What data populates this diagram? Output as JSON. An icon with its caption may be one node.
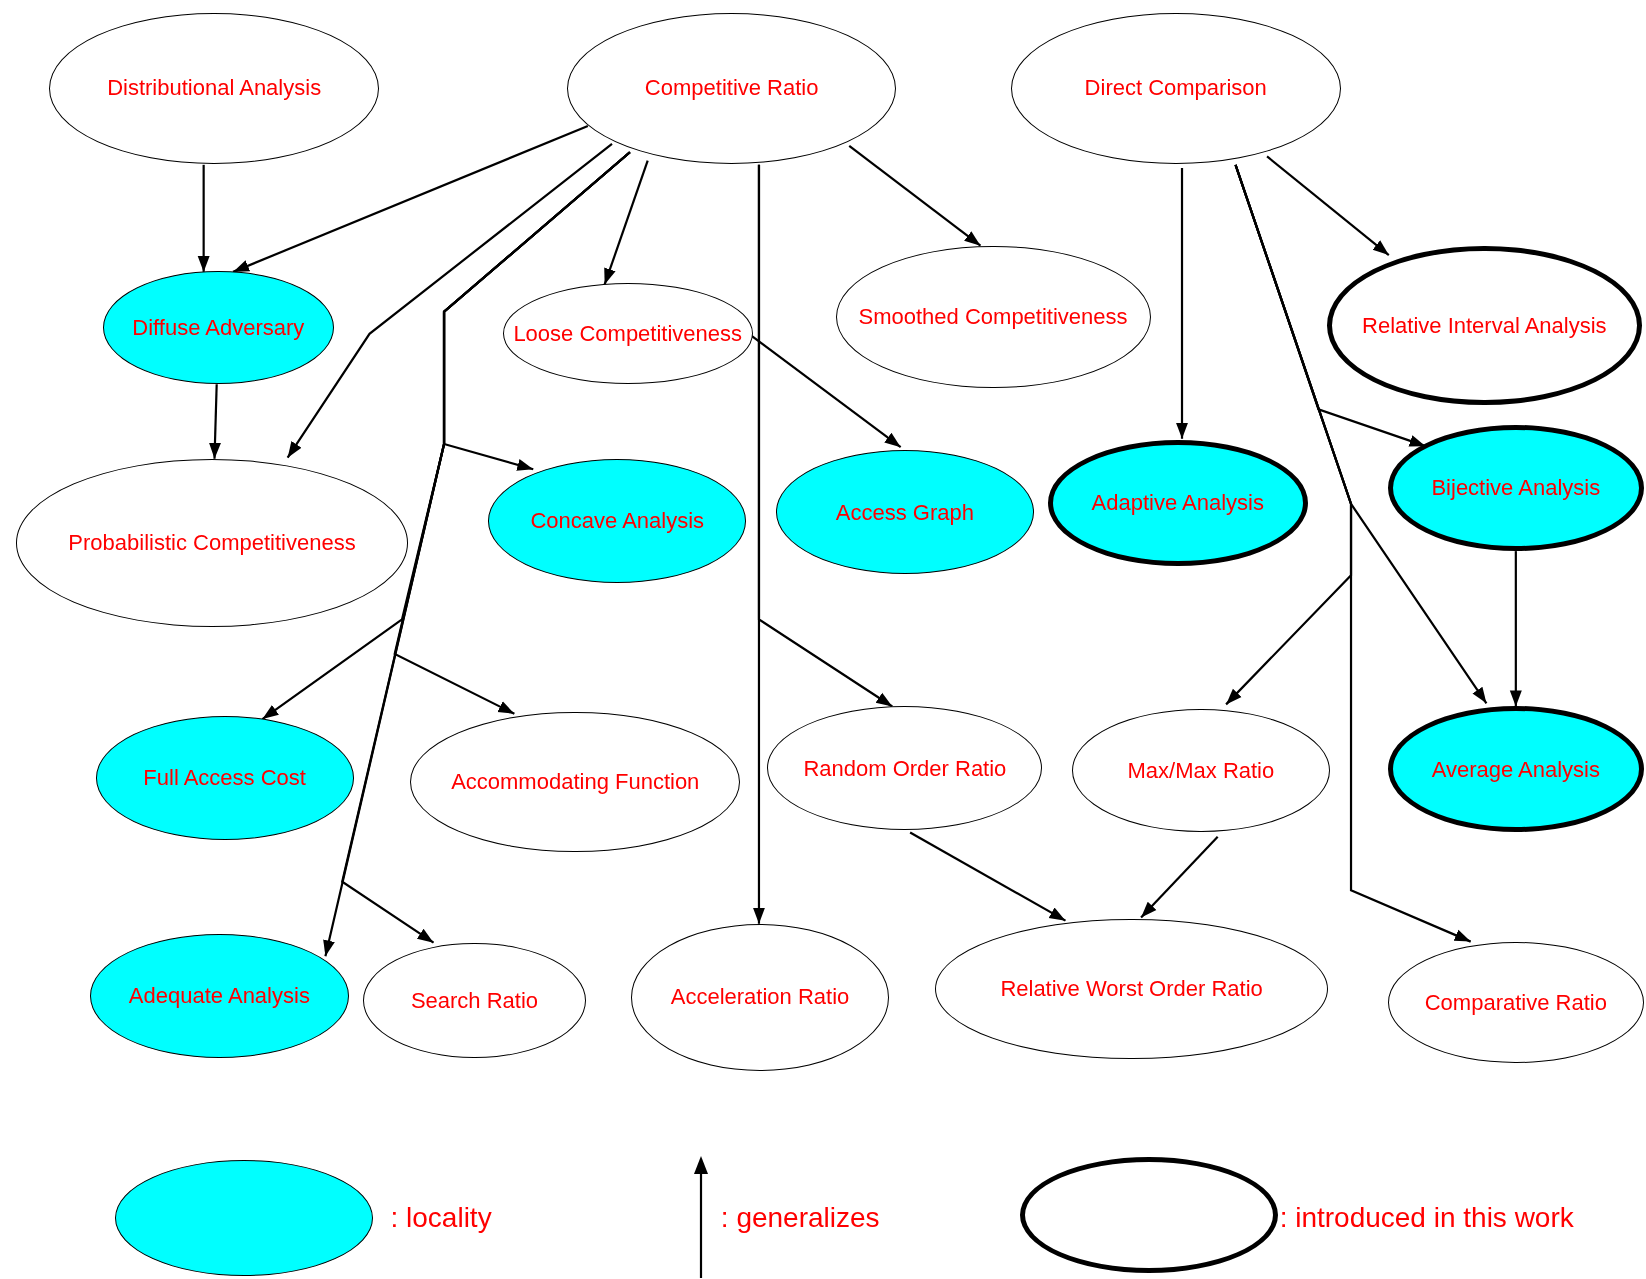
{
  "diagram": {
    "nodes": [
      {
        "text": [
          "Distributional Analysis"
        ]
      },
      {
        "text": [
          "Competitive Ratio"
        ]
      },
      {
        "text": [
          "Direct Comparison"
        ]
      },
      {
        "text": [
          "Diffuse Adversary"
        ]
      },
      {
        "text": [
          "Loose Competitiveness"
        ]
      },
      {
        "text": [
          "Smoothed Competitiveness"
        ]
      },
      {
        "text": [
          "Relative Interval Analysis"
        ]
      },
      {
        "text": [
          "Probabilistic Competitiveness"
        ]
      },
      {
        "text": [
          "Concave Analysis"
        ]
      },
      {
        "text": [
          "Access Graph"
        ]
      },
      {
        "text": [
          "Adaptive Analysis"
        ]
      },
      {
        "text": [
          "Bijective Analysis"
        ]
      },
      {
        "text": [
          "Full Access Cost"
        ]
      },
      {
        "text": [
          "Accommodating Function"
        ]
      },
      {
        "text": [
          "Random Order Ratio"
        ]
      },
      {
        "text": [
          "Max/Max Ratio"
        ]
      },
      {
        "text": [
          "Average Analysis"
        ]
      },
      {
        "text": [
          "Adequate Analysis"
        ]
      },
      {
        "text": [
          "Search Ratio"
        ]
      },
      {
        "text": [
          "Acceleration Ratio"
        ]
      },
      {
        "text": [
          "Relative Worst Order Ratio"
        ]
      },
      {
        "text": [
          "Comparative Ratio"
        ]
      }
    ],
    "edges": [
      {
        "from": 0,
        "to": 3,
        "arrow": "to"
      },
      {
        "from": 1,
        "to": 3,
        "arrow": "to"
      },
      {
        "from": 1,
        "to": 7,
        "arrow": "to"
      },
      {
        "from": 1,
        "to": 4,
        "arrow": "to"
      },
      {
        "from": 1,
        "to": 5,
        "arrow": "to"
      },
      {
        "from": 1,
        "to": 8,
        "arrow": "to"
      },
      {
        "from": 1,
        "to": 12,
        "arrow": "to"
      },
      {
        "from": 1,
        "to": 13,
        "arrow": "to"
      },
      {
        "from": 1,
        "to": 17,
        "arrow": "to"
      },
      {
        "from": 1,
        "to": 18,
        "arrow": "to"
      },
      {
        "from": 1,
        "to": 19,
        "arrow": "to"
      },
      {
        "from": 1,
        "to": 14,
        "arrow": "to"
      },
      {
        "from": 3,
        "to": 7,
        "arrow": "to"
      },
      {
        "from": 4,
        "to": 9,
        "arrow": "to"
      },
      {
        "from": 2,
        "to": 10,
        "arrow": "to"
      },
      {
        "from": 2,
        "to": 6,
        "arrow": "to"
      },
      {
        "from": 2,
        "to": 11,
        "arrow": "to"
      },
      {
        "from": 2,
        "to": 16,
        "arrow": "to"
      },
      {
        "from": 2,
        "to": 15,
        "arrow": "to"
      },
      {
        "from": 2,
        "to": 21,
        "arrow": "to"
      },
      {
        "from": 11,
        "to": 16,
        "arrow": "to"
      },
      {
        "from": 14,
        "to": 20,
        "arrow": "to"
      },
      {
        "from": 15,
        "to": 20,
        "arrow": "to"
      }
    ],
    "legend": [
      {
        "text": ": locality",
        "color": "#00ffff"
      },
      {
        "text": ": generalizes"
      },
      {
        "text": ": introduced in this work"
      }
    ]
  }
}
